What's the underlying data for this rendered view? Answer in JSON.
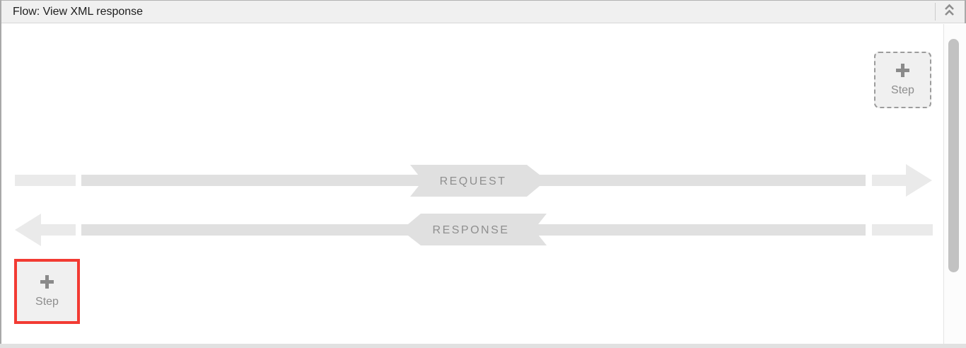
{
  "titlebar": {
    "title": "Flow: View XML response",
    "collapse_icon": "double-chevron-up-icon"
  },
  "flow": {
    "request": {
      "label": "REQUEST",
      "direction": "left-to-right"
    },
    "response": {
      "label": "RESPONSE",
      "direction": "right-to-left"
    }
  },
  "step_buttons": {
    "top_right": {
      "icon": "plus-icon",
      "label": "Step",
      "highlighted": false
    },
    "bottom_left": {
      "icon": "plus-icon",
      "label": "Step",
      "highlighted": true
    }
  },
  "colors": {
    "highlight_red": "#f23b33",
    "titlebar_bg": "#f0f0f0",
    "step_bg": "#f0f0f0",
    "bar_gray": "#e0e0e0",
    "end_gray": "#eaeaea",
    "label_gray": "#8f8f8f",
    "scroll_thumb": "#c2c2c2"
  }
}
